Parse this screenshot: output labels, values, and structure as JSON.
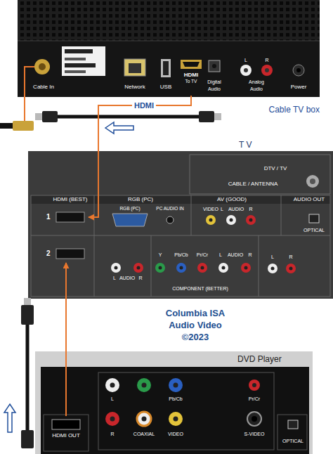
{
  "diagram": {
    "nodes": [
      {
        "text": [
          "Cable TV box"
        ]
      },
      {
        "text": [
          "HDMI",
          "To TV"
        ],
        "in": 0
      },
      {
        "text": [
          "T V"
        ]
      },
      {
        "text": [
          "1"
        ],
        "in": 2
      },
      {
        "text": [
          "2"
        ],
        "in": 2
      },
      {
        "text": [
          "DVD Player"
        ]
      },
      {
        "text": [
          "HDMI OUT"
        ],
        "in": 5
      }
    ],
    "edges": [
      {
        "from": 1,
        "to": 3,
        "label": "HDMI",
        "arrow": "to"
      },
      {
        "from": 6,
        "to": 4,
        "arrow": "to"
      }
    ],
    "labels": [
      "Cable In",
      "Network",
      "USB",
      "Digital",
      "Audio",
      "Analog",
      "Audio",
      "L",
      "R",
      "Power",
      "DTV / TV",
      "CABLE / ANTENNA",
      "HDMI (BEST)",
      "RGB (PC)",
      "AV (GOOD)",
      "AUDIO OUT",
      "RGB (PC)",
      "PC AUDIO IN",
      "VIDEO",
      "L",
      "AUDIO",
      "R",
      "OPTICAL",
      "L",
      "AUDIO",
      "R",
      "Y",
      "Pb/Cb",
      "Pr/Cr",
      "L",
      "AUDIO",
      "R",
      "COMPONENT (BETTER)",
      "L",
      "R",
      "Columbia ISA",
      "Audio Video",
      "©2023",
      "L",
      "Pb/Cb",
      "Pr/Cr",
      "R",
      "COAXIAL",
      "VIDEO",
      "S-VIDEO",
      "OPTICAL"
    ]
  }
}
